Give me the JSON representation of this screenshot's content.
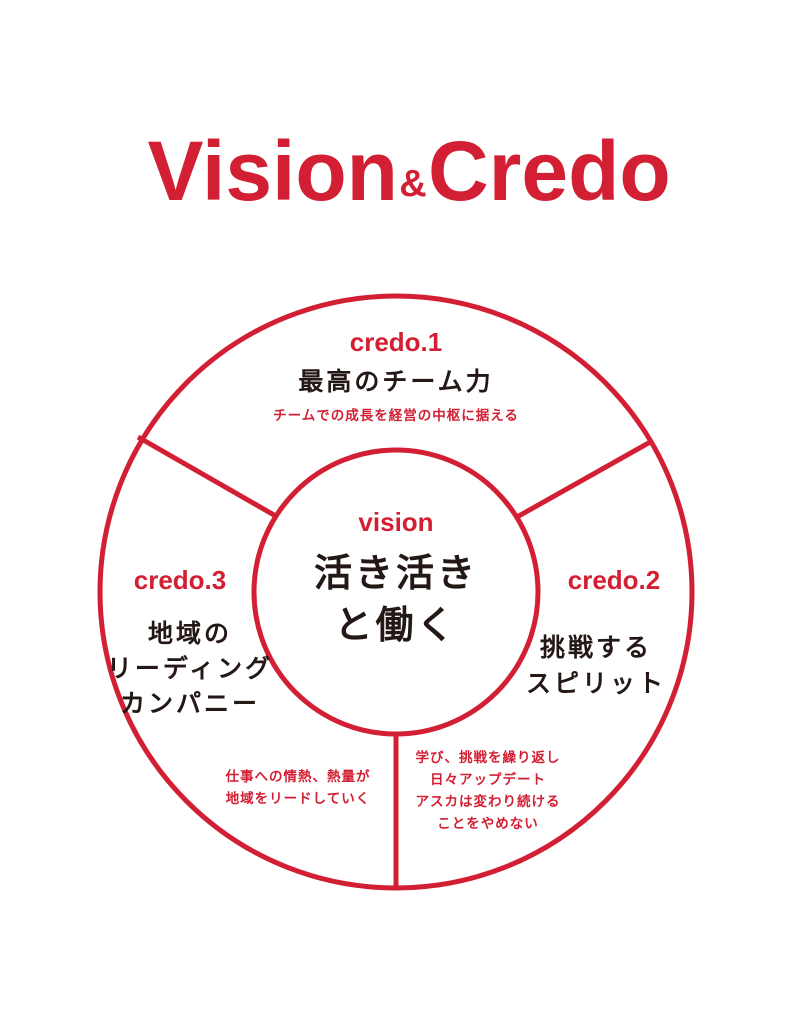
{
  "title": {
    "main_left": "Vision",
    "amp": "&",
    "main_right": "Credo"
  },
  "vision": {
    "label": "vision",
    "line1": "活き活き",
    "line2": "と働く"
  },
  "credo1": {
    "label": "credo.1",
    "heading": "最高のチーム力",
    "sub": "チームでの成長を経営の中枢に据える"
  },
  "credo2": {
    "label": "credo.2",
    "heading_line1": "挑戦する",
    "heading_line2": "スピリット",
    "sub_line1": "学び、挑戦を繰り返し",
    "sub_line2": "日々アップデート",
    "sub_line3": "アスカは変わり続ける",
    "sub_line4": "ことをやめない"
  },
  "credo3": {
    "label": "credo.3",
    "heading_line1": "地域の",
    "heading_line2": "リーディング",
    "heading_line3": "カンパニー",
    "sub_line1": "仕事への情熱、熱量が",
    "sub_line2": "地域をリードしていく"
  },
  "colors": {
    "accent": "#d31f33",
    "text": "#231815",
    "background": "#ffffff"
  }
}
